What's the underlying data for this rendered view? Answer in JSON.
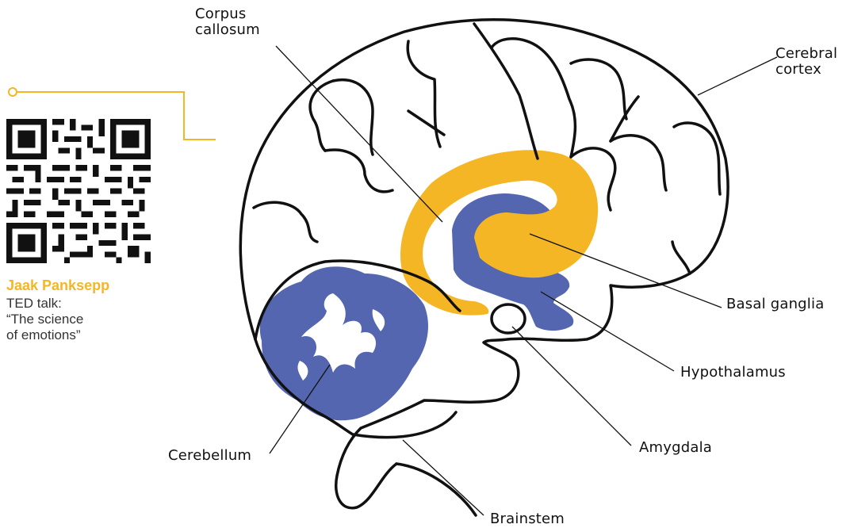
{
  "colors": {
    "accent": "#f5b625",
    "limbic_blue": "#5566b0",
    "outline": "#111111"
  },
  "labels": {
    "corpus_callosum_line1": "Corpus",
    "corpus_callosum_line2": "callosum",
    "cerebral_cortex_line1": "Cerebral",
    "cerebral_cortex_line2": "cortex",
    "basal_ganglia": "Basal ganglia",
    "hypothalamus": "Hypothalamus",
    "amygdala": "Amygdala",
    "cerebellum": "Cerebellum",
    "brainstem": "Brainstem"
  },
  "qr": {
    "icon": "qr-code-icon",
    "name": "Jaak Panksepp",
    "desc_line1": "TED talk:",
    "desc_line2": "“The science",
    "desc_line3": "of emotions”"
  }
}
